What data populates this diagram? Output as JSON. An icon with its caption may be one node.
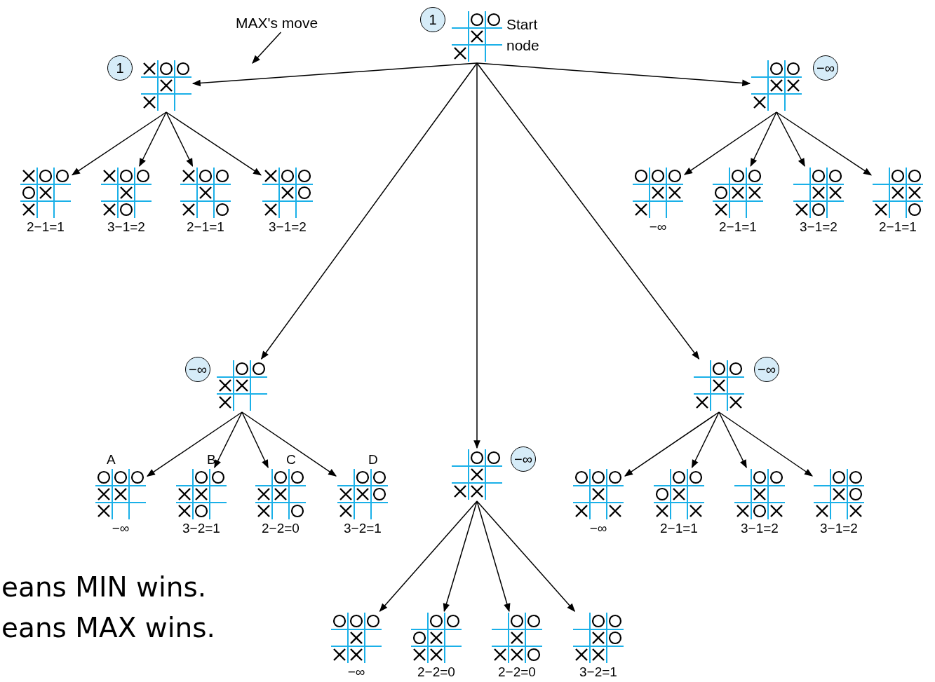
{
  "diagram": {
    "nodes": [
      {
        "text": [
          "MAX's move"
        ]
      },
      {
        "text": [
          "1"
        ]
      },
      {
        "text": [],
        "shape": "picture",
        "beside": [
          "Start node"
        ]
      },
      {
        "text": [
          "1"
        ]
      },
      {
        "text": [],
        "shape": "picture"
      },
      {
        "text": [],
        "shape": "picture"
      },
      {
        "text": [
          "−∞"
        ]
      },
      {
        "text": [],
        "shape": "picture",
        "beside": [
          "2−1=1"
        ]
      },
      {
        "text": [],
        "shape": "picture",
        "beside": [
          "3−1=2"
        ]
      },
      {
        "text": [],
        "shape": "picture",
        "beside": [
          "2−1=1"
        ]
      },
      {
        "text": [],
        "shape": "picture",
        "beside": [
          "3−1=2"
        ]
      },
      {
        "text": [],
        "shape": "picture",
        "beside": [
          "−∞"
        ]
      },
      {
        "text": [],
        "shape": "picture",
        "beside": [
          "2−1=1"
        ]
      },
      {
        "text": [],
        "shape": "picture",
        "beside": [
          "3−1=2"
        ]
      },
      {
        "text": [],
        "shape": "picture",
        "beside": [
          "2−1=1"
        ]
      },
      {
        "text": [
          "−∞"
        ]
      },
      {
        "text": [],
        "shape": "picture"
      },
      {
        "text": [],
        "shape": "picture"
      },
      {
        "text": [
          "−∞"
        ]
      },
      {
        "text": [],
        "shape": "picture",
        "beside": [
          "A",
          "−∞"
        ]
      },
      {
        "text": [],
        "shape": "picture",
        "beside": [
          "B",
          "3−2=1"
        ]
      },
      {
        "text": [],
        "shape": "picture",
        "beside": [
          "C",
          "2−2=0"
        ]
      },
      {
        "text": [],
        "shape": "picture",
        "beside": [
          "D",
          "3−2=1"
        ]
      },
      {
        "text": [],
        "shape": "picture"
      },
      {
        "text": [
          "−∞"
        ]
      },
      {
        "text": [],
        "shape": "picture",
        "beside": [
          "−∞"
        ]
      },
      {
        "text": [],
        "shape": "picture",
        "beside": [
          "2−1=1"
        ]
      },
      {
        "text": [],
        "shape": "picture",
        "beside": [
          "3−1=2"
        ]
      },
      {
        "text": [],
        "shape": "picture",
        "beside": [
          "3−1=2"
        ]
      },
      {
        "text": [],
        "shape": "picture",
        "beside": [
          "−∞"
        ]
      },
      {
        "text": [],
        "shape": "picture",
        "beside": [
          "2−2=0"
        ]
      },
      {
        "text": [],
        "shape": "picture",
        "beside": [
          "2−2=0"
        ]
      },
      {
        "text": [],
        "shape": "picture",
        "beside": [
          "3−2=1"
        ]
      }
    ],
    "edges": [
      {
        "from": 0,
        "to": null,
        "arrow": "to"
      },
      {
        "from": 2,
        "to": 4,
        "arrow": "to"
      },
      {
        "from": 2,
        "to": 16,
        "arrow": "to"
      },
      {
        "from": 2,
        "to": 23,
        "arrow": "to"
      },
      {
        "from": 2,
        "to": 17,
        "arrow": "to"
      },
      {
        "from": 2,
        "to": 5,
        "arrow": "to"
      },
      {
        "from": 4,
        "to": 7,
        "arrow": "to"
      },
      {
        "from": 4,
        "to": 8,
        "arrow": "to"
      },
      {
        "from": 4,
        "to": 9,
        "arrow": "to"
      },
      {
        "from": 4,
        "to": 10,
        "arrow": "to"
      },
      {
        "from": 5,
        "to": 11,
        "arrow": "to"
      },
      {
        "from": 5,
        "to": 12,
        "arrow": "to"
      },
      {
        "from": 5,
        "to": 13,
        "arrow": "to"
      },
      {
        "from": 5,
        "to": 14,
        "arrow": "to"
      },
      {
        "from": 16,
        "to": 19,
        "arrow": "to"
      },
      {
        "from": 16,
        "to": 20,
        "arrow": "to"
      },
      {
        "from": 16,
        "to": 21,
        "arrow": "to"
      },
      {
        "from": 16,
        "to": 22,
        "arrow": "to"
      },
      {
        "from": 17,
        "to": 25,
        "arrow": "to"
      },
      {
        "from": 17,
        "to": 26,
        "arrow": "to"
      },
      {
        "from": 17,
        "to": 27,
        "arrow": "to"
      },
      {
        "from": 17,
        "to": 28,
        "arrow": "to"
      },
      {
        "from": 23,
        "to": 29,
        "arrow": "to"
      },
      {
        "from": 23,
        "to": 30,
        "arrow": "to"
      },
      {
        "from": 23,
        "to": 31,
        "arrow": "to"
      },
      {
        "from": 23,
        "to": 32,
        "arrow": "to"
      }
    ],
    "labels": [
      "eans MIN wins.",
      "eans MAX wins."
    ]
  }
}
